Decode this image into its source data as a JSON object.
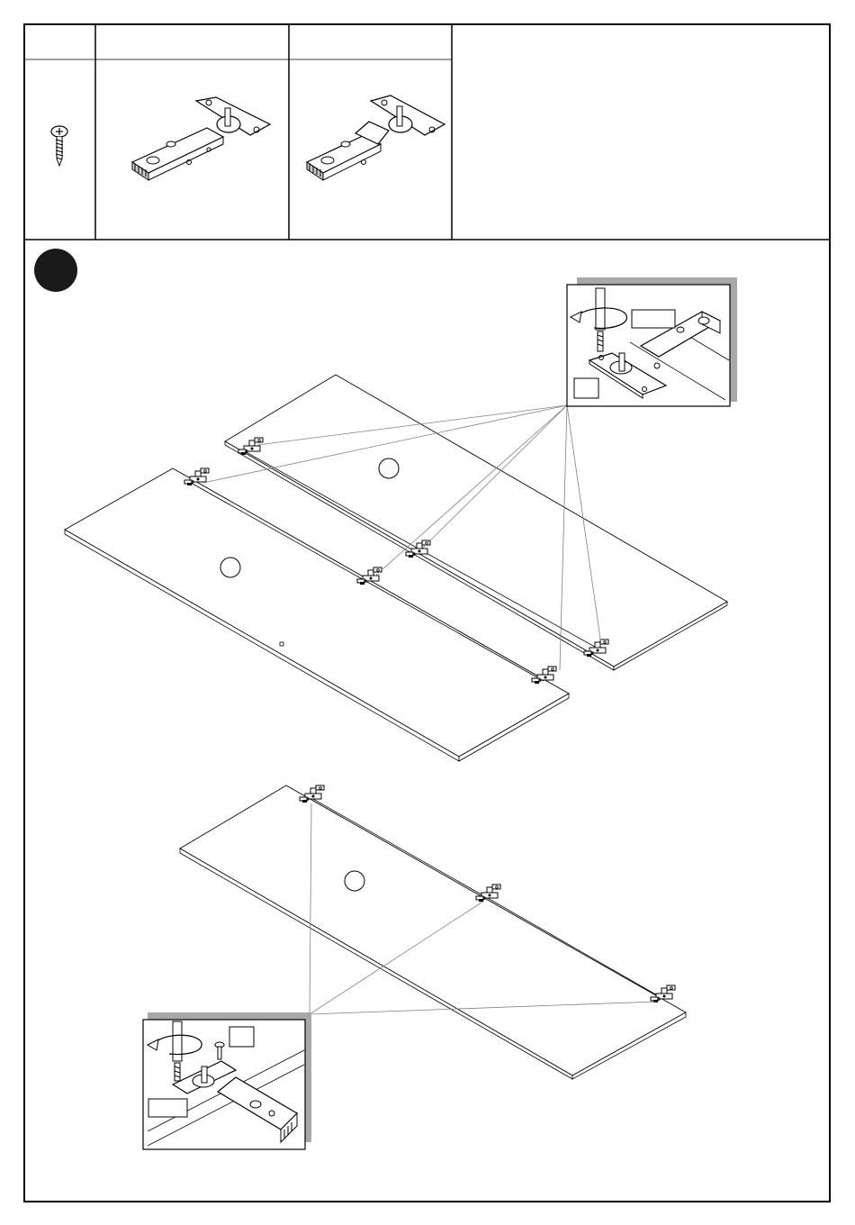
{
  "parts_table": {
    "columns": [
      {
        "id": "col-screw",
        "header": "",
        "icon": "screw-icon"
      },
      {
        "id": "col-hinge-a",
        "header": "",
        "icon": "hinge-straight-icon"
      },
      {
        "id": "col-hinge-b",
        "header": "",
        "icon": "hinge-cranked-icon"
      }
    ],
    "notes": ""
  },
  "step": {
    "number": "",
    "badge_color": "#1a1a1a"
  },
  "panels": [
    {
      "id": "panel-upper-back",
      "label": ""
    },
    {
      "id": "panel-upper-front",
      "label": ""
    },
    {
      "id": "panel-lower",
      "label": ""
    }
  ],
  "details": [
    {
      "id": "detail-top",
      "qty_label": "",
      "part_label": "",
      "shadow_color": "#a8a8a8"
    },
    {
      "id": "detail-bottom",
      "qty_label": "",
      "part_label": "",
      "shadow_color": "#a8a8a8"
    }
  ],
  "colors": {
    "line": "#000000",
    "leader": "#808080",
    "shadow": "#a8a8a8"
  }
}
